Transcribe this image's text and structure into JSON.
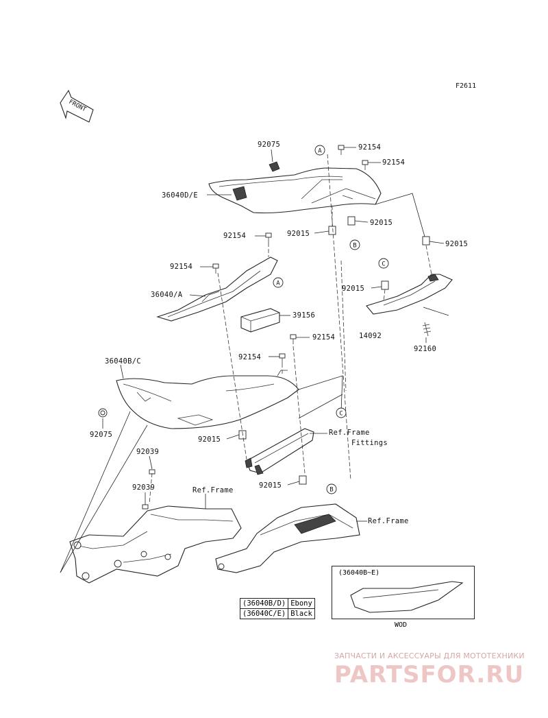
{
  "figure_code": "F2611",
  "front_label": "FRONT",
  "labels": {
    "p92075_top": "92075",
    "p36040de": "36040D/E",
    "p92154_a": "92154",
    "p92154_b": "92154",
    "p92015_a": "92015",
    "p92015_b": "92015",
    "p92015_c": "92015",
    "p92154_c": "92154",
    "p92154_d": "92154",
    "p36040a": "36040/A",
    "p39156": "39156",
    "p92015_d": "92015",
    "p14092": "14092",
    "p92160": "92160",
    "p92154_e": "92154",
    "p92154_f": "92154",
    "p36040bc": "36040B/C",
    "p92075_bot": "92075",
    "p92015_e": "92015",
    "p92039_a": "92039",
    "p92039_b": "92039",
    "ref_frame_left": "Ref.Frame",
    "ref_frame_fittings_1": "Ref.Frame",
    "ref_frame_fittings_2": "Fittings",
    "p92015_f": "92015",
    "ref_frame_right": "Ref.Frame"
  },
  "callouts": {
    "a": "A",
    "b": "B",
    "c": "C"
  },
  "color_table": [
    {
      "part": "(36040B/D)",
      "color": "Ebony"
    },
    {
      "part": "(36040C/E)",
      "color": "Black"
    }
  ],
  "inset": {
    "title": "(36040B~E)",
    "caption": "WOD"
  },
  "watermark": {
    "line1": "ЗАПЧАСТИ И АКСЕССУАРЫ ДЛЯ МОТОТЕХНИКИ",
    "line2": "PARTSFOR.RU"
  }
}
